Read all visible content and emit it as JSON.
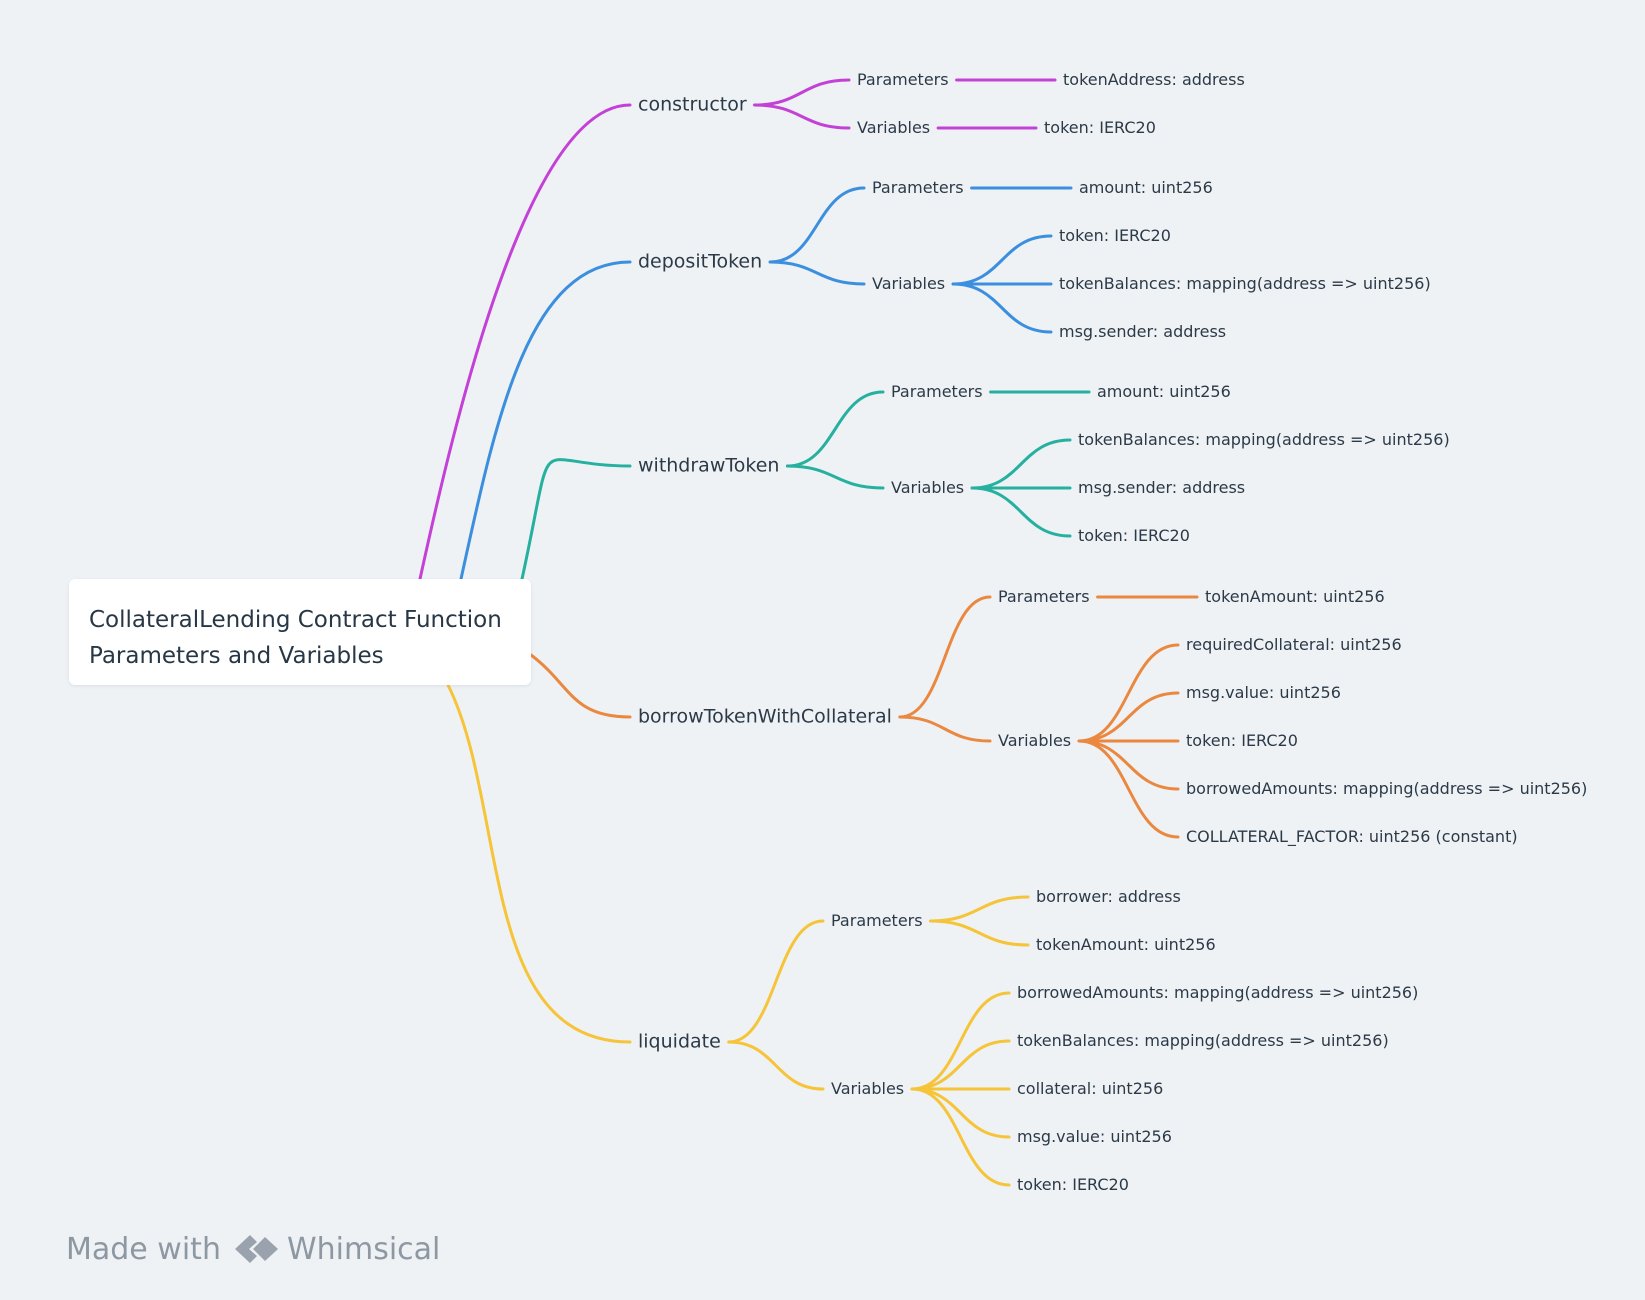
{
  "title_lines": [
    "CollateralLending Contract Function",
    "Parameters and Variables"
  ],
  "colors": {
    "constructor": "#c341d6",
    "depositToken": "#3b8fde",
    "withdrawToken": "#26b09f",
    "borrowTokenWithCollateral": "#ea8840",
    "liquidate": "#f6c439",
    "background": "#eef2f5",
    "text": "#2c3a48"
  },
  "functions": [
    {
      "name": "constructor",
      "parameters": [
        "tokenAddress: address"
      ],
      "variables": [
        "token: IERC20"
      ]
    },
    {
      "name": "depositToken",
      "parameters": [
        "amount: uint256"
      ],
      "variables": [
        "token: IERC20",
        "tokenBalances: mapping(address => uint256)",
        "msg.sender: address"
      ]
    },
    {
      "name": "withdrawToken",
      "parameters": [
        "amount: uint256"
      ],
      "variables": [
        "tokenBalances: mapping(address => uint256)",
        "msg.sender: address",
        "token: IERC20"
      ]
    },
    {
      "name": "borrowTokenWithCollateral",
      "parameters": [
        "tokenAmount: uint256"
      ],
      "variables": [
        "requiredCollateral: uint256",
        "msg.value: uint256",
        "token: IERC20",
        "borrowedAmounts: mapping(address => uint256)",
        "COLLATERAL_FACTOR: uint256 (constant)"
      ]
    },
    {
      "name": "liquidate",
      "parameters": [
        "borrower: address",
        "tokenAmount: uint256"
      ],
      "variables": [
        "borrowedAmounts: mapping(address => uint256)",
        "tokenBalances: mapping(address => uint256)",
        "collateral: uint256",
        "msg.value: uint256",
        "token: IERC20"
      ]
    }
  ],
  "labels": {
    "parameters": "Parameters",
    "variables": "Variables"
  },
  "watermark": {
    "prefix": "Made with",
    "brand": "Whimsical"
  }
}
